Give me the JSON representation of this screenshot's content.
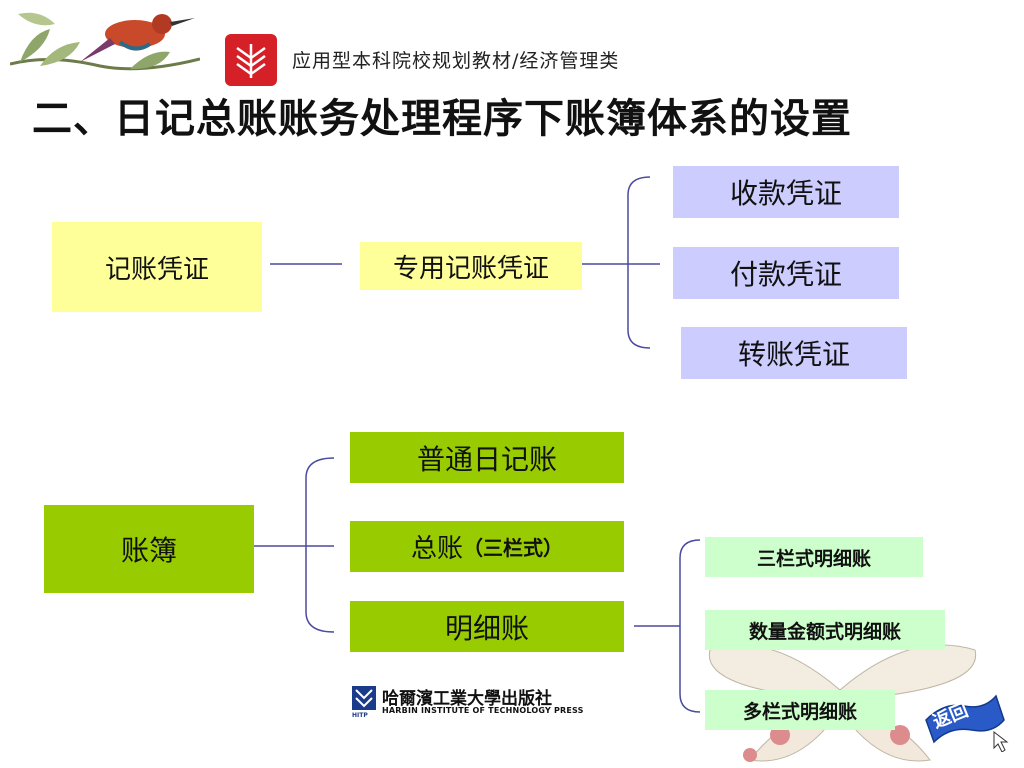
{
  "header": {
    "series_text": "应用型本科院校规划教材/经济管理类"
  },
  "title": "二、日记总账账务处理程序下账簿体系的设置",
  "vouchers": {
    "root": "记账凭证",
    "special": "专用记账凭证",
    "children": [
      "收款凭证",
      "付款凭证",
      "转账凭证"
    ]
  },
  "books": {
    "root": "账簿",
    "journal": "普通日记账",
    "ledger_main": "总账",
    "ledger_note": "（三栏式）",
    "detail": "明细账",
    "detail_children": [
      "三栏式明细账",
      "数量金额式明细账",
      "多栏式明细账"
    ]
  },
  "publisher": {
    "name_cn": "哈爾濱工業大學出版社",
    "name_en": "HARBIN INSTITUTE OF TECHNOLOGY PRESS",
    "abbr": "HITP"
  },
  "nav": {
    "return_label": "返回"
  },
  "colors": {
    "yellow": "#ffff99",
    "lavender": "#ccccff",
    "green": "#99cc00",
    "light_green": "#ccffcc",
    "logo_red": "#d62028",
    "line": "#4a4aa0"
  }
}
